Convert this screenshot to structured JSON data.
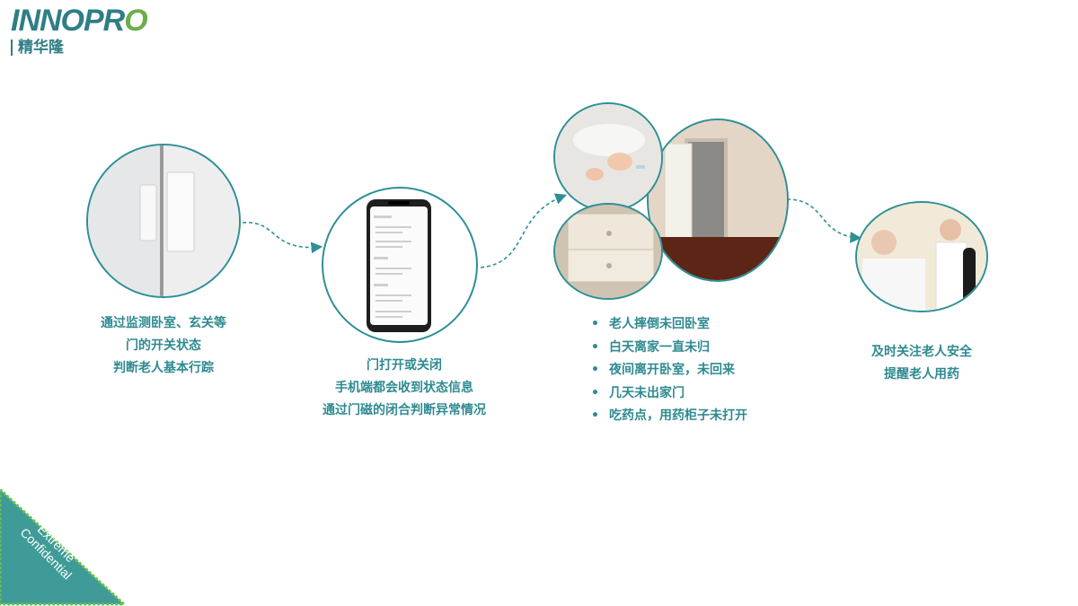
{
  "logo": {
    "brand_prefix": "INNOPR",
    "brand_suffix": "O",
    "brand_cn": "精华隆"
  },
  "steps": [
    {
      "caption": [
        "通过监测卧室、玄关等",
        "门的开关状态",
        "判断老人基本行踪"
      ]
    },
    {
      "caption": [
        "门打开或关闭",
        "手机端都会收到状态信息",
        "通过门磁的闭合判断异常情况"
      ]
    },
    {
      "bullets": [
        "老人摔倒未回卧室",
        "白天离家一直未归",
        "夜间离开卧室，未回来",
        "几天未出家门",
        "吃药点，用药柜子未打开"
      ]
    },
    {
      "caption": [
        "及时关注老人安全",
        "提醒老人用药"
      ]
    }
  ],
  "bullet_symbol": "•",
  "ribbon": {
    "line1": "Extreme",
    "line2": "Confidential"
  },
  "colors": {
    "teal": "#2e8f96",
    "green": "#6cae4a",
    "ribbon": "#3f9b98"
  }
}
